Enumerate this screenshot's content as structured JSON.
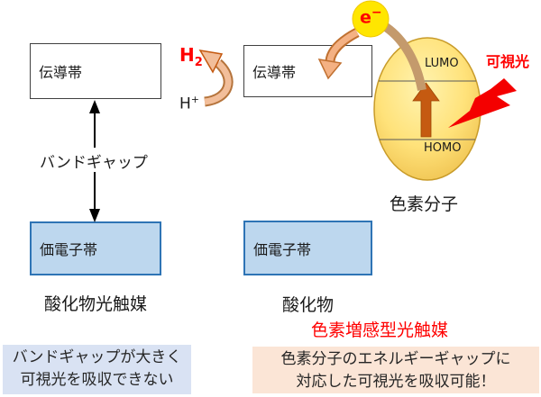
{
  "colors": {
    "accent_red": "#FF0000",
    "box_border_dark": "#404040",
    "valence_fill": "#BDD7EE",
    "valence_border": "#2E74B5",
    "note_blue_bg": "#D9E2F3",
    "note_peach_bg": "#FBE5D6",
    "dye_fill_gold": "#FFD966",
    "electron_fill_yellow": "#FFE600",
    "arrow_dark_orange": "#C55A11",
    "arrow_tan": "#C49A6C",
    "arrow_light_peach": "#F4B183"
  },
  "left_diagram": {
    "conduction_band_label": "伝導帯",
    "band_gap_label": "バンドギャップ",
    "valence_band_label": "価電子帯",
    "title": "酸化物光触媒",
    "note": {
      "line1": "バンドギャップが大きく",
      "line2": "可視光を吸収できない"
    }
  },
  "right_diagram": {
    "conduction_band_label": "伝導帯",
    "valence_band_label": "価電子帯",
    "oxide_label": "酸化物",
    "title": "色素増感型光触媒",
    "note": {
      "line1": "色素分子のエネルギーギャップに",
      "line2": "対応した可視光を吸収可能！"
    },
    "h2": {
      "base": "H",
      "sub": "2"
    },
    "h_plus": {
      "base": "H",
      "sup": "+"
    },
    "electron": {
      "base": "e",
      "sup": "−"
    },
    "dye": {
      "lumo": "LUMO",
      "homo": "HOMO",
      "label": "色素分子"
    },
    "visible_light_label": "可視光"
  }
}
